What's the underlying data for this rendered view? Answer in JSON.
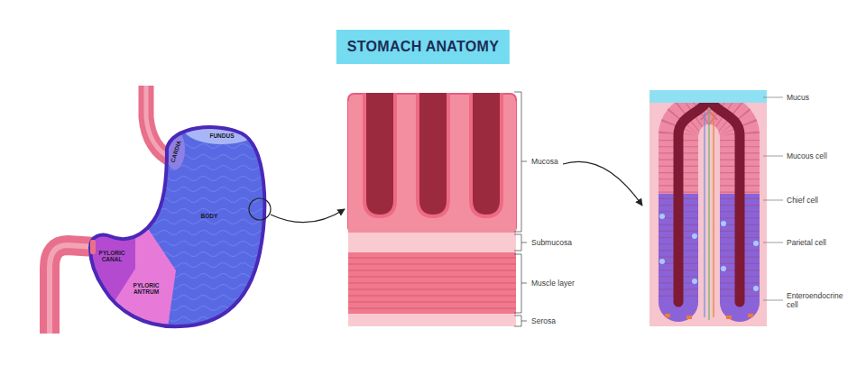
{
  "diagram": {
    "title": "STOMACH ANATOMY",
    "labels": [
      "FUNDUS",
      "CARDIA",
      "BODY",
      "PYLORIC CANAL",
      "PYLORIC ANTRUM",
      "Mucosa",
      "Submucosa",
      "Muscle layer",
      "Serosa",
      "Mucus",
      "Mucous cell",
      "Chief cell",
      "Parietal cell",
      "Enteroendocrine cell"
    ]
  }
}
